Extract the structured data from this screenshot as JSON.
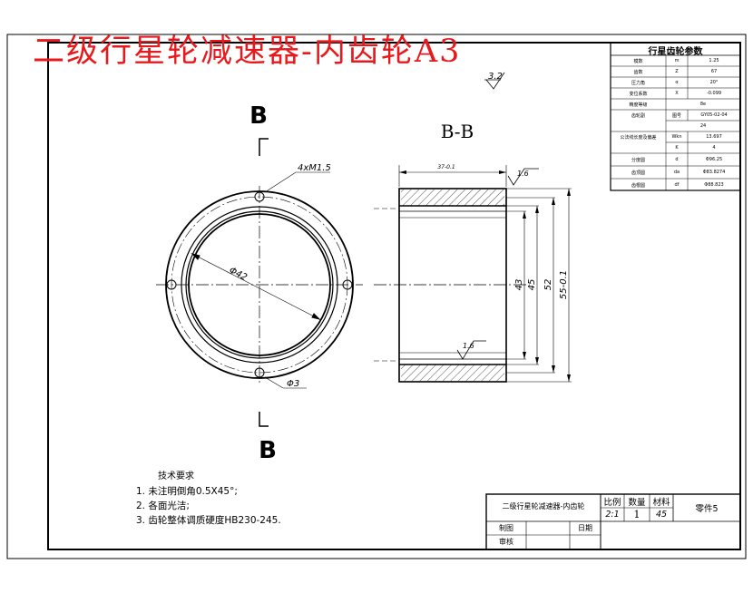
{
  "title": "二级行星轮减速器-内齿轮A3",
  "section_letter": "B",
  "section_label": "B-B",
  "roughness_top": "3.2",
  "annotations": {
    "holes": "4xM1.5",
    "bore_dia": "Φ42",
    "pin_hole": "Φ3",
    "width": "37-0.1",
    "rough_right": "1.6",
    "rough_bore": "1.6",
    "dim_43": "43",
    "dim_45": "45",
    "dim_52": "52",
    "dim_55": "55-0.1"
  },
  "tech_requirements": {
    "heading": "技术要求",
    "items": [
      "1. 未注明倒角0.5X45°;",
      "2. 各面光洁;",
      "3. 齿轮整体调质硬度HB230-245."
    ]
  },
  "params_table": {
    "title": "行星齿轮参数",
    "rows": [
      [
        "模数",
        "m",
        "1.25"
      ],
      [
        "齿数",
        "Z",
        "67"
      ],
      [
        "压力角",
        "α",
        "20°"
      ],
      [
        "变位系数",
        "X",
        "-0.099"
      ],
      [
        "精度等级",
        "",
        "8e"
      ],
      [
        "齿轮副",
        "图号",
        "GY05-02-04"
      ],
      [
        "",
        "",
        "24"
      ],
      [
        "公法线长度及偏差",
        "Wkn",
        "13.697"
      ],
      [
        "",
        "K",
        "4"
      ],
      [
        "分度圆",
        "d",
        "Φ96.25"
      ],
      [
        "齿顶圆",
        "da",
        "Φ83.8274"
      ],
      [
        "齿根圆",
        "df",
        "Φ88.823"
      ]
    ]
  },
  "title_block": {
    "part_name": "二级行星轮减速器-内齿轮",
    "scale_label": "比例",
    "qty_label": "数量",
    "material_label": "材料",
    "part_no": "零件5",
    "scale": "2:1",
    "qty": "1",
    "material": "45",
    "drawn": "制图",
    "checked": "审核",
    "date": "日期"
  }
}
